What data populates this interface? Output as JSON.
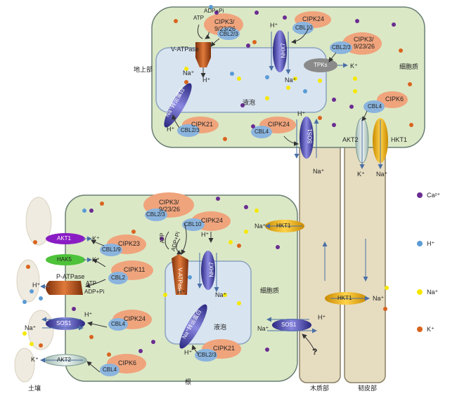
{
  "labels": {
    "aerial": "地上部",
    "root": "根",
    "soil": "土壤",
    "xylem": "木质部",
    "phloem": "韧皮部",
    "cytoplasm": "细胞质",
    "vacuole": "液泡",
    "q": "?"
  },
  "proteins": {
    "cipk24": "CIPK24",
    "cipk3_l1": "CIPK3/",
    "cipk3_l2": "9/23/26",
    "cipk21": "CIPK21",
    "cipk6": "CIPK6",
    "cipk23": "CIPK23",
    "cipk11": "CIPK11",
    "cbl10": "CBL10",
    "cbl23": "CBL2/3",
    "cbl4": "CBL4",
    "cbl19": "CBL1/9",
    "cbl2": "CBL2",
    "nhx7": "NHX7",
    "sos1": "SOS1",
    "hkt1": "HKT1",
    "akt2": "AKT2",
    "akt1": "AKT1",
    "hak5": "HAK5",
    "tpks": "TPKs",
    "vatpase": "V-ATPase",
    "patpase": "P-ATPase",
    "na_transporter": "Na⁺转运蛋白",
    "atp": "ATP",
    "adp": "ADP+Pi"
  },
  "ions": {
    "h": "H⁺",
    "na": "Na⁺",
    "k": "K⁺"
  },
  "legend": [
    {
      "label": "Ca²⁺",
      "color": "#6a2c91"
    },
    {
      "label": "H⁺",
      "color": "#5b9bd5"
    },
    {
      "label": "Na⁺",
      "color": "#f5e800"
    },
    {
      "label": "K⁺",
      "color": "#d9641e"
    }
  ],
  "colors": {
    "cell": "#dbe8c6",
    "vacuole": "#d8e4f0",
    "stele": "#e6dcc0",
    "cipk": "#f0a47c",
    "cbl": "#8ab4de",
    "hkt": "#f3b41a",
    "sos": "#5452b0",
    "vatp": "#c0541a"
  }
}
